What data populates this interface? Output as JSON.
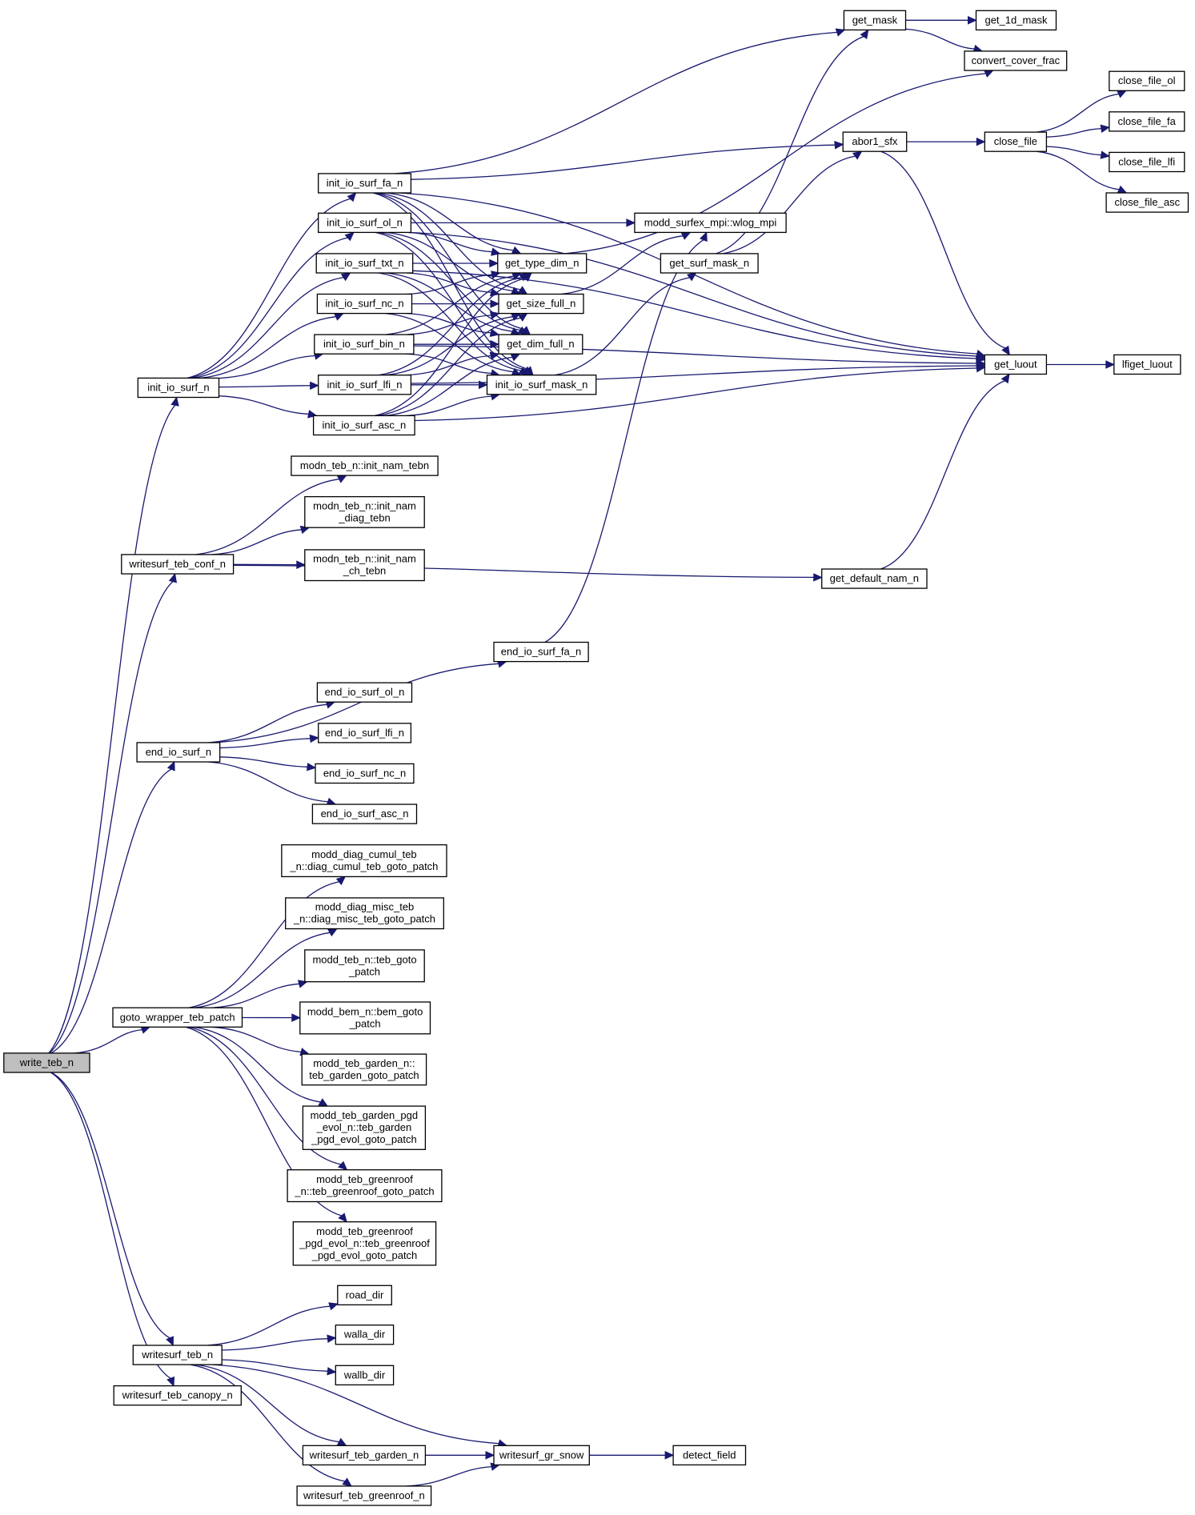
{
  "graph": {
    "root": "write_teb_n",
    "nodes": [
      {
        "id": "write_teb_n",
        "lines": [
          "write_teb_n"
        ]
      },
      {
        "id": "init_io_surf_n",
        "lines": [
          "init_io_surf_n"
        ]
      },
      {
        "id": "writesurf_teb_conf_n",
        "lines": [
          "writesurf_teb_conf_n"
        ]
      },
      {
        "id": "end_io_surf_n",
        "lines": [
          "end_io_surf_n"
        ]
      },
      {
        "id": "goto_wrapper_teb_patch",
        "lines": [
          "goto_wrapper_teb_patch"
        ]
      },
      {
        "id": "writesurf_teb_n",
        "lines": [
          "writesurf_teb_n"
        ]
      },
      {
        "id": "writesurf_teb_canopy_n",
        "lines": [
          "writesurf_teb_canopy_n"
        ]
      },
      {
        "id": "init_io_surf_fa_n",
        "lines": [
          "init_io_surf_fa_n"
        ]
      },
      {
        "id": "init_io_surf_ol_n",
        "lines": [
          "init_io_surf_ol_n"
        ]
      },
      {
        "id": "init_io_surf_txt_n",
        "lines": [
          "init_io_surf_txt_n"
        ]
      },
      {
        "id": "init_io_surf_nc_n",
        "lines": [
          "init_io_surf_nc_n"
        ]
      },
      {
        "id": "init_io_surf_bin_n",
        "lines": [
          "init_io_surf_bin_n"
        ]
      },
      {
        "id": "init_io_surf_lfi_n",
        "lines": [
          "init_io_surf_lfi_n"
        ]
      },
      {
        "id": "init_io_surf_asc_n",
        "lines": [
          "init_io_surf_asc_n"
        ]
      },
      {
        "id": "modn_teb_n_init_nam_tebn",
        "lines": [
          "modn_teb_n::init_nam_tebn"
        ]
      },
      {
        "id": "modn_teb_n_init_nam_diag_tebn",
        "lines": [
          "modn_teb_n::init_nam",
          "_diag_tebn"
        ]
      },
      {
        "id": "modn_teb_n_init_nam_ch_tebn",
        "lines": [
          "modn_teb_n::init_nam",
          "_ch_tebn"
        ]
      },
      {
        "id": "end_io_surf_fa_n",
        "lines": [
          "end_io_surf_fa_n"
        ]
      },
      {
        "id": "end_io_surf_ol_n",
        "lines": [
          "end_io_surf_ol_n"
        ]
      },
      {
        "id": "end_io_surf_lfi_n",
        "lines": [
          "end_io_surf_lfi_n"
        ]
      },
      {
        "id": "end_io_surf_nc_n",
        "lines": [
          "end_io_surf_nc_n"
        ]
      },
      {
        "id": "end_io_surf_asc_n",
        "lines": [
          "end_io_surf_asc_n"
        ]
      },
      {
        "id": "diag_cumul_teb_goto_patch",
        "lines": [
          "modd_diag_cumul_teb",
          "_n::diag_cumul_teb_goto_patch"
        ]
      },
      {
        "id": "diag_misc_teb_goto_patch",
        "lines": [
          "modd_diag_misc_teb",
          "_n::diag_misc_teb_goto_patch"
        ]
      },
      {
        "id": "teb_goto_patch",
        "lines": [
          "modd_teb_n::teb_goto",
          "_patch"
        ]
      },
      {
        "id": "bem_goto_patch",
        "lines": [
          "modd_bem_n::bem_goto",
          "_patch"
        ]
      },
      {
        "id": "teb_garden_goto_patch",
        "lines": [
          "modd_teb_garden_n::",
          "teb_garden_goto_patch"
        ]
      },
      {
        "id": "teb_garden_pgd_evol_goto_patch",
        "lines": [
          "modd_teb_garden_pgd",
          "_evol_n::teb_garden",
          "_pgd_evol_goto_patch"
        ]
      },
      {
        "id": "teb_greenroof_goto_patch",
        "lines": [
          "modd_teb_greenroof",
          "_n::teb_greenroof_goto_patch"
        ]
      },
      {
        "id": "teb_greenroof_pgd_evol_goto_patch",
        "lines": [
          "modd_teb_greenroof",
          "_pgd_evol_n::teb_greenroof",
          "_pgd_evol_goto_patch"
        ]
      },
      {
        "id": "road_dir",
        "lines": [
          "road_dir"
        ]
      },
      {
        "id": "walla_dir",
        "lines": [
          "walla_dir"
        ]
      },
      {
        "id": "wallb_dir",
        "lines": [
          "wallb_dir"
        ]
      },
      {
        "id": "writesurf_teb_garden_n",
        "lines": [
          "writesurf_teb_garden_n"
        ]
      },
      {
        "id": "writesurf_teb_greenroof_n",
        "lines": [
          "writesurf_teb_greenroof_n"
        ]
      },
      {
        "id": "writesurf_gr_snow",
        "lines": [
          "writesurf_gr_snow"
        ]
      },
      {
        "id": "detect_field",
        "lines": [
          "detect_field"
        ]
      },
      {
        "id": "get_type_dim_n",
        "lines": [
          "get_type_dim_n"
        ]
      },
      {
        "id": "get_size_full_n",
        "lines": [
          "get_size_full_n"
        ]
      },
      {
        "id": "get_dim_full_n",
        "lines": [
          "get_dim_full_n"
        ]
      },
      {
        "id": "init_io_surf_mask_n",
        "lines": [
          "init_io_surf_mask_n"
        ]
      },
      {
        "id": "get_default_nam_n",
        "lines": [
          "get_default_nam_n"
        ]
      },
      {
        "id": "wlog_mpi",
        "lines": [
          "modd_surfex_mpi::wlog_mpi"
        ]
      },
      {
        "id": "get_surf_mask_n",
        "lines": [
          "get_surf_mask_n"
        ]
      },
      {
        "id": "get_mask",
        "lines": [
          "get_mask"
        ]
      },
      {
        "id": "abor1_sfx",
        "lines": [
          "abor1_sfx"
        ]
      },
      {
        "id": "get_1d_mask",
        "lines": [
          "get_1d_mask"
        ]
      },
      {
        "id": "convert_cover_frac",
        "lines": [
          "convert_cover_frac"
        ]
      },
      {
        "id": "close_file",
        "lines": [
          "close_file"
        ]
      },
      {
        "id": "get_luout",
        "lines": [
          "get_luout"
        ]
      },
      {
        "id": "lfiget_luout",
        "lines": [
          "lfiget_luout"
        ]
      },
      {
        "id": "close_file_ol",
        "lines": [
          "close_file_ol"
        ]
      },
      {
        "id": "close_file_fa",
        "lines": [
          "close_file_fa"
        ]
      },
      {
        "id": "close_file_lfi",
        "lines": [
          "close_file_lfi"
        ]
      },
      {
        "id": "close_file_asc",
        "lines": [
          "close_file_asc"
        ]
      }
    ],
    "edges": [
      [
        "write_teb_n",
        "init_io_surf_n"
      ],
      [
        "write_teb_n",
        "writesurf_teb_conf_n"
      ],
      [
        "write_teb_n",
        "end_io_surf_n"
      ],
      [
        "write_teb_n",
        "goto_wrapper_teb_patch"
      ],
      [
        "write_teb_n",
        "writesurf_teb_n"
      ],
      [
        "write_teb_n",
        "writesurf_teb_canopy_n"
      ],
      [
        "init_io_surf_n",
        "init_io_surf_fa_n"
      ],
      [
        "init_io_surf_n",
        "init_io_surf_ol_n"
      ],
      [
        "init_io_surf_n",
        "init_io_surf_txt_n"
      ],
      [
        "init_io_surf_n",
        "init_io_surf_nc_n"
      ],
      [
        "init_io_surf_n",
        "init_io_surf_bin_n"
      ],
      [
        "init_io_surf_n",
        "init_io_surf_lfi_n"
      ],
      [
        "init_io_surf_n",
        "init_io_surf_asc_n"
      ],
      [
        "init_io_surf_fa_n",
        "get_mask"
      ],
      [
        "init_io_surf_fa_n",
        "get_luout"
      ],
      [
        "init_io_surf_fa_n",
        "abor1_sfx"
      ],
      [
        "init_io_surf_fa_n",
        "get_type_dim_n"
      ],
      [
        "init_io_surf_fa_n",
        "get_size_full_n"
      ],
      [
        "init_io_surf_fa_n",
        "get_dim_full_n"
      ],
      [
        "init_io_surf_fa_n",
        "init_io_surf_mask_n"
      ],
      [
        "init_io_surf_ol_n",
        "get_luout"
      ],
      [
        "init_io_surf_ol_n",
        "wlog_mpi"
      ],
      [
        "init_io_surf_ol_n",
        "get_type_dim_n"
      ],
      [
        "init_io_surf_ol_n",
        "get_size_full_n"
      ],
      [
        "init_io_surf_ol_n",
        "get_dim_full_n"
      ],
      [
        "init_io_surf_ol_n",
        "init_io_surf_mask_n"
      ],
      [
        "init_io_surf_txt_n",
        "get_luout"
      ],
      [
        "init_io_surf_txt_n",
        "get_type_dim_n"
      ],
      [
        "init_io_surf_txt_n",
        "get_size_full_n"
      ],
      [
        "init_io_surf_txt_n",
        "get_dim_full_n"
      ],
      [
        "init_io_surf_txt_n",
        "init_io_surf_mask_n"
      ],
      [
        "init_io_surf_nc_n",
        "get_type_dim_n"
      ],
      [
        "init_io_surf_nc_n",
        "get_size_full_n"
      ],
      [
        "init_io_surf_nc_n",
        "get_dim_full_n"
      ],
      [
        "init_io_surf_nc_n",
        "init_io_surf_mask_n"
      ],
      [
        "init_io_surf_bin_n",
        "get_luout"
      ],
      [
        "init_io_surf_bin_n",
        "get_type_dim_n"
      ],
      [
        "init_io_surf_bin_n",
        "get_size_full_n"
      ],
      [
        "init_io_surf_bin_n",
        "get_dim_full_n"
      ],
      [
        "init_io_surf_bin_n",
        "init_io_surf_mask_n"
      ],
      [
        "init_io_surf_lfi_n",
        "get_luout"
      ],
      [
        "init_io_surf_lfi_n",
        "get_type_dim_n"
      ],
      [
        "init_io_surf_lfi_n",
        "get_size_full_n"
      ],
      [
        "init_io_surf_lfi_n",
        "get_dim_full_n"
      ],
      [
        "init_io_surf_lfi_n",
        "init_io_surf_mask_n"
      ],
      [
        "init_io_surf_asc_n",
        "get_luout"
      ],
      [
        "init_io_surf_asc_n",
        "get_type_dim_n"
      ],
      [
        "init_io_surf_asc_n",
        "get_size_full_n"
      ],
      [
        "init_io_surf_asc_n",
        "get_dim_full_n"
      ],
      [
        "init_io_surf_asc_n",
        "init_io_surf_mask_n"
      ],
      [
        "get_type_dim_n",
        "convert_cover_frac"
      ],
      [
        "get_size_full_n",
        "wlog_mpi"
      ],
      [
        "init_io_surf_mask_n",
        "get_surf_mask_n"
      ],
      [
        "get_surf_mask_n",
        "get_mask"
      ],
      [
        "get_surf_mask_n",
        "abor1_sfx"
      ],
      [
        "get_mask",
        "get_1d_mask"
      ],
      [
        "get_mask",
        "convert_cover_frac"
      ],
      [
        "abor1_sfx",
        "close_file"
      ],
      [
        "abor1_sfx",
        "get_luout"
      ],
      [
        "close_file",
        "close_file_ol"
      ],
      [
        "close_file",
        "close_file_fa"
      ],
      [
        "close_file",
        "close_file_lfi"
      ],
      [
        "close_file",
        "close_file_asc"
      ],
      [
        "get_luout",
        "lfiget_luout"
      ],
      [
        "writesurf_teb_conf_n",
        "modn_teb_n_init_nam_tebn"
      ],
      [
        "writesurf_teb_conf_n",
        "modn_teb_n_init_nam_diag_tebn"
      ],
      [
        "writesurf_teb_conf_n",
        "modn_teb_n_init_nam_ch_tebn"
      ],
      [
        "writesurf_teb_conf_n",
        "get_default_nam_n"
      ],
      [
        "get_default_nam_n",
        "get_luout"
      ],
      [
        "end_io_surf_n",
        "end_io_surf_fa_n"
      ],
      [
        "end_io_surf_n",
        "end_io_surf_ol_n"
      ],
      [
        "end_io_surf_n",
        "end_io_surf_lfi_n"
      ],
      [
        "end_io_surf_n",
        "end_io_surf_nc_n"
      ],
      [
        "end_io_surf_n",
        "end_io_surf_asc_n"
      ],
      [
        "end_io_surf_fa_n",
        "wlog_mpi"
      ],
      [
        "goto_wrapper_teb_patch",
        "diag_cumul_teb_goto_patch"
      ],
      [
        "goto_wrapper_teb_patch",
        "diag_misc_teb_goto_patch"
      ],
      [
        "goto_wrapper_teb_patch",
        "teb_goto_patch"
      ],
      [
        "goto_wrapper_teb_patch",
        "bem_goto_patch"
      ],
      [
        "goto_wrapper_teb_patch",
        "teb_garden_goto_patch"
      ],
      [
        "goto_wrapper_teb_patch",
        "teb_garden_pgd_evol_goto_patch"
      ],
      [
        "goto_wrapper_teb_patch",
        "teb_greenroof_goto_patch"
      ],
      [
        "goto_wrapper_teb_patch",
        "teb_greenroof_pgd_evol_goto_patch"
      ],
      [
        "writesurf_teb_n",
        "road_dir"
      ],
      [
        "writesurf_teb_n",
        "walla_dir"
      ],
      [
        "writesurf_teb_n",
        "wallb_dir"
      ],
      [
        "writesurf_teb_n",
        "writesurf_gr_snow"
      ],
      [
        "writesurf_teb_n",
        "writesurf_teb_garden_n"
      ],
      [
        "writesurf_teb_n",
        "writesurf_teb_greenroof_n"
      ],
      [
        "writesurf_teb_garden_n",
        "writesurf_gr_snow"
      ],
      [
        "writesurf_teb_greenroof_n",
        "writesurf_gr_snow"
      ],
      [
        "writesurf_gr_snow",
        "detect_field"
      ]
    ]
  }
}
